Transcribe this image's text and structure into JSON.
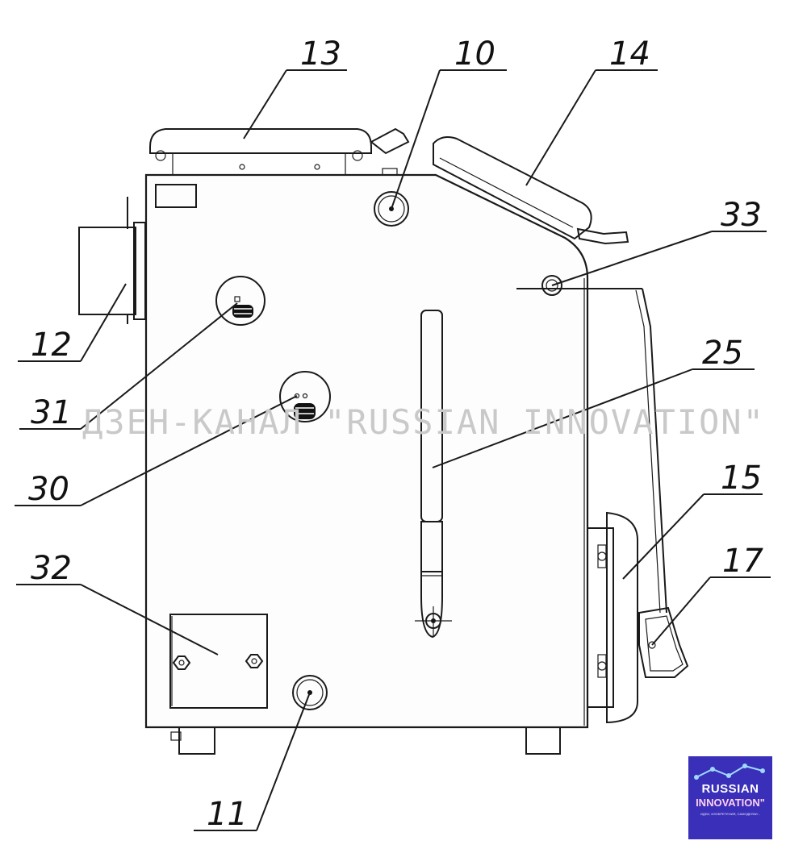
{
  "watermark": "ДЗЕН-КАНАЛ \"RUSSIAN INNOVATION\"",
  "callouts": {
    "c10": "10",
    "c11": "11",
    "c12": "12",
    "c13": "13",
    "c14": "14",
    "c15": "15",
    "c17": "17",
    "c25": "25",
    "c30": "30",
    "c31": "31",
    "c32": "32",
    "c33": "33"
  },
  "logo": {
    "line1": "RUSSIAN",
    "line2": "INNOVATION\"",
    "tagline": "ИДЕИ, ИЗОБРЕТЕНИЯ, САМОДЕЛКИ...",
    "background": "#3a2fb8"
  }
}
